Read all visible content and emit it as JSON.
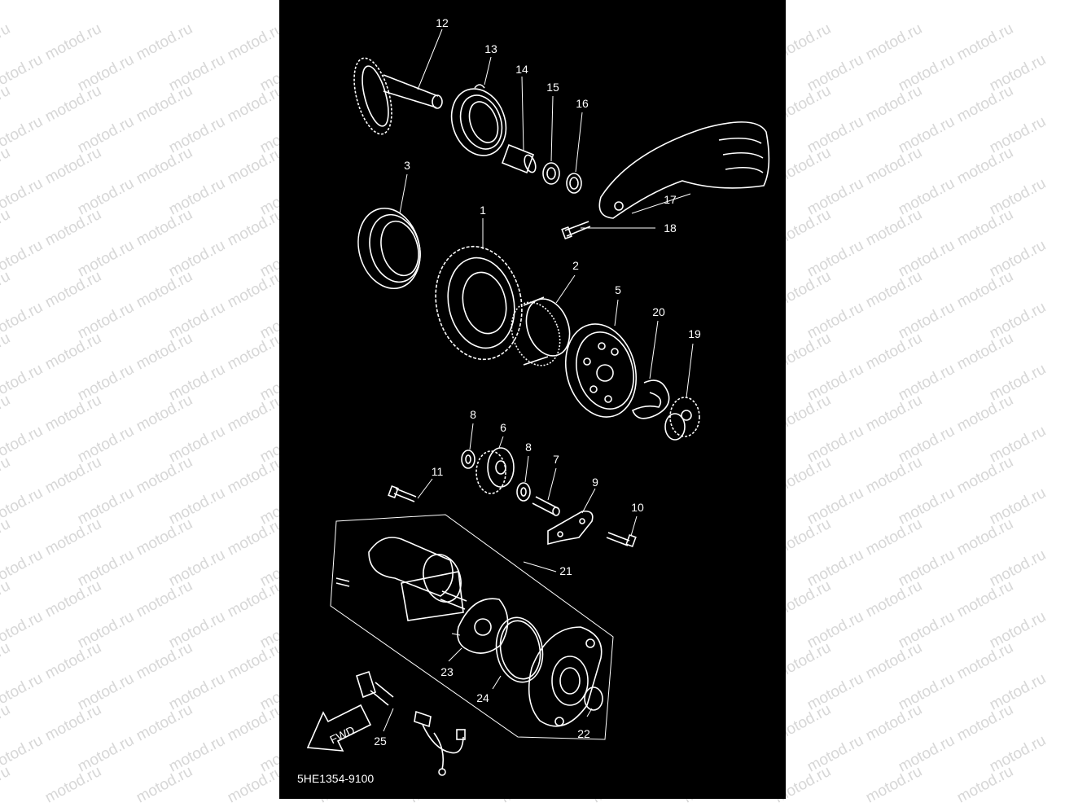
{
  "watermark": {
    "text": "motod.ru"
  },
  "diagram": {
    "part_code": "5HE1354-9100",
    "fwd_label": "FWD",
    "callouts": [
      {
        "id": "12",
        "text": "12"
      },
      {
        "id": "13",
        "text": "13"
      },
      {
        "id": "14",
        "text": "14"
      },
      {
        "id": "15",
        "text": "15"
      },
      {
        "id": "16",
        "text": "16"
      },
      {
        "id": "3",
        "text": "3"
      },
      {
        "id": "17",
        "text": "17"
      },
      {
        "id": "1",
        "text": "1"
      },
      {
        "id": "18",
        "text": "18"
      },
      {
        "id": "2",
        "text": "2"
      },
      {
        "id": "5",
        "text": "5"
      },
      {
        "id": "20",
        "text": "20"
      },
      {
        "id": "19",
        "text": "19"
      },
      {
        "id": "8a",
        "text": "8"
      },
      {
        "id": "6",
        "text": "6"
      },
      {
        "id": "8b",
        "text": "8"
      },
      {
        "id": "7",
        "text": "7"
      },
      {
        "id": "11",
        "text": "11"
      },
      {
        "id": "9",
        "text": "9"
      },
      {
        "id": "10",
        "text": "10"
      },
      {
        "id": "21",
        "text": "21"
      },
      {
        "id": "23",
        "text": "23"
      },
      {
        "id": "24",
        "text": "24"
      },
      {
        "id": "22",
        "text": "22"
      },
      {
        "id": "25",
        "text": "25"
      }
    ]
  }
}
